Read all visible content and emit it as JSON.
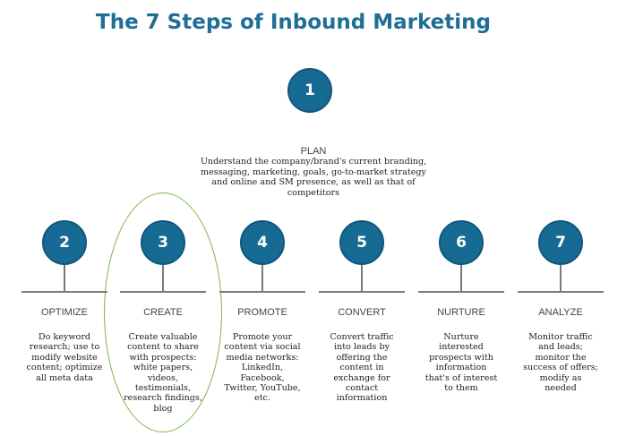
{
  "title": "The 7 Steps of Inbound Marketing",
  "colors": {
    "title": "#1f6e95",
    "circle": "#166a93",
    "line": "#7a7a7a",
    "highlight": "#7ab648"
  },
  "plan": {
    "number": "1",
    "title": "PLAN",
    "desc_lines": [
      "Understand the company/brand's current branding,",
      "messaging, marketing, goals, go-to-market strategy",
      "and online and SM presence, as well as that of",
      "competitors"
    ]
  },
  "steps": [
    {
      "number": "2",
      "title": "OPTIMIZE",
      "desc_lines": [
        "Do keyword",
        "research; use to",
        "modify website",
        "content; optimize",
        "all meta data"
      ]
    },
    {
      "number": "3",
      "title": "CREATE",
      "desc_lines": [
        "Create valuable",
        "content to share",
        "with prospects:",
        "white papers,",
        "videos,",
        "testimonials,",
        "research findings,",
        "blog"
      ]
    },
    {
      "number": "4",
      "title": "PROMOTE",
      "desc_lines": [
        "Promote your",
        "content via social",
        "media networks:",
        "LinkedIn,",
        "Facebook,",
        "Twitter, YouTube,",
        "etc."
      ]
    },
    {
      "number": "5",
      "title": "CONVERT",
      "desc_lines": [
        "Convert traffic",
        "into leads by",
        "offering the",
        "content in",
        "exchange for",
        "contact",
        "information"
      ]
    },
    {
      "number": "6",
      "title": "NURTURE",
      "desc_lines": [
        "Nurture",
        "interested",
        "prospects with",
        "information",
        "that's of interest",
        "to them"
      ]
    },
    {
      "number": "7",
      "title": "ANALYZE",
      "desc_lines": [
        "Monitor traffic",
        "and leads;",
        "monitor the",
        "success of offers;",
        "modify as",
        "needed"
      ]
    }
  ]
}
